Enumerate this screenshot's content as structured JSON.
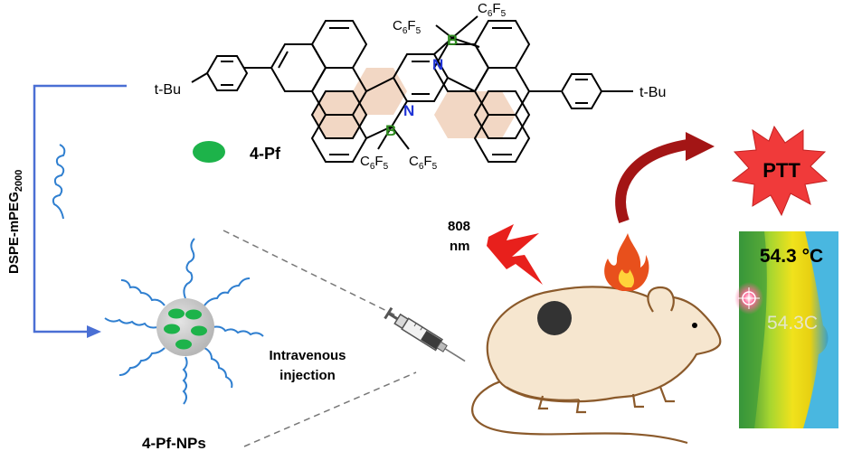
{
  "labels": {
    "substituent_left": "t-Bu",
    "substituent_right": "t-Bu",
    "boron": "B",
    "nitrogen": "N",
    "pentafluorophenyl": "C6F5",
    "molecule_name": "4-Pf",
    "polymer": "DSPE-mPEG2000",
    "nanoparticle_name": "4-Pf-NPs",
    "injection_line1": "Intravenous",
    "injection_line2": "injection",
    "laser_line1": "808",
    "laser_line2": "nm",
    "therapy": "PTT",
    "temperature": "54.3 °C",
    "thermal_readout": "54.3C"
  },
  "colors": {
    "ring_fill": "#f2d7c4",
    "boron": "#2e8b1f",
    "nitrogen": "#1f33d6",
    "dot": "#1db34a",
    "pegline": "#2f7fd0",
    "arrow": "#4a6fd4",
    "mouse": "#f6e6cf",
    "mouse_outline": "#8b5a2b",
    "laser": "#e8201c",
    "curve_arrow": "#a31515",
    "burst": "#f03a3a"
  },
  "icons": [
    "flame-icon",
    "lightning-icon",
    "syringe-icon",
    "mouse-icon",
    "burst-icon",
    "thermal-image-icon"
  ]
}
